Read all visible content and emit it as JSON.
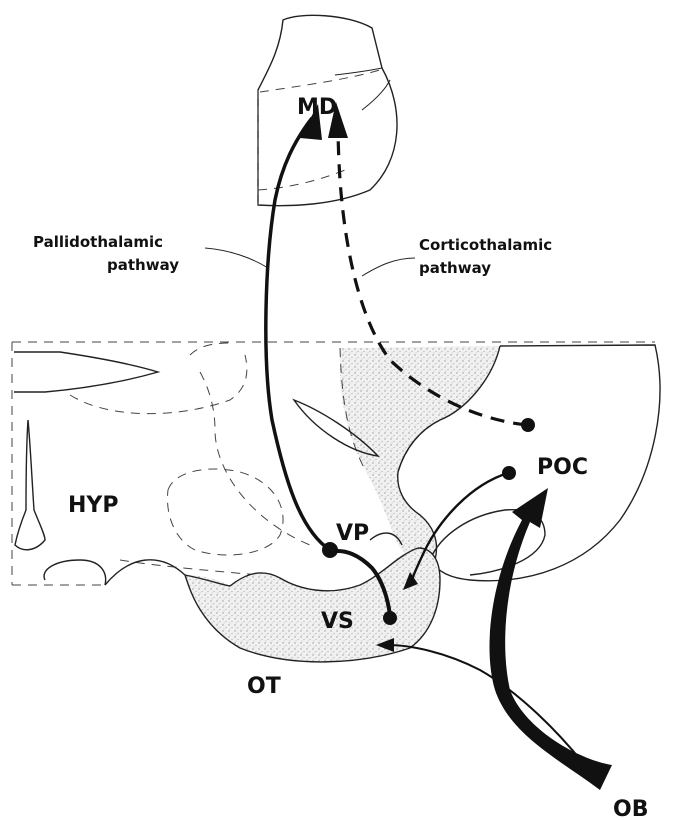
{
  "labels": {
    "md": "MD",
    "hyp": "HYP",
    "vp": "VP",
    "vs": "VS",
    "poc": "POC",
    "ot": "OT",
    "ob": "OB",
    "pallidothalamic_line1": "Pallidothalamic",
    "pallidothalamic_line2": "pathway",
    "corticothalamic_line1": "Corticothalamic",
    "corticothalamic_line2": "pathway"
  },
  "colors": {
    "ink": "#111111",
    "stipple": "#9a9a9a",
    "background": "#ffffff"
  }
}
